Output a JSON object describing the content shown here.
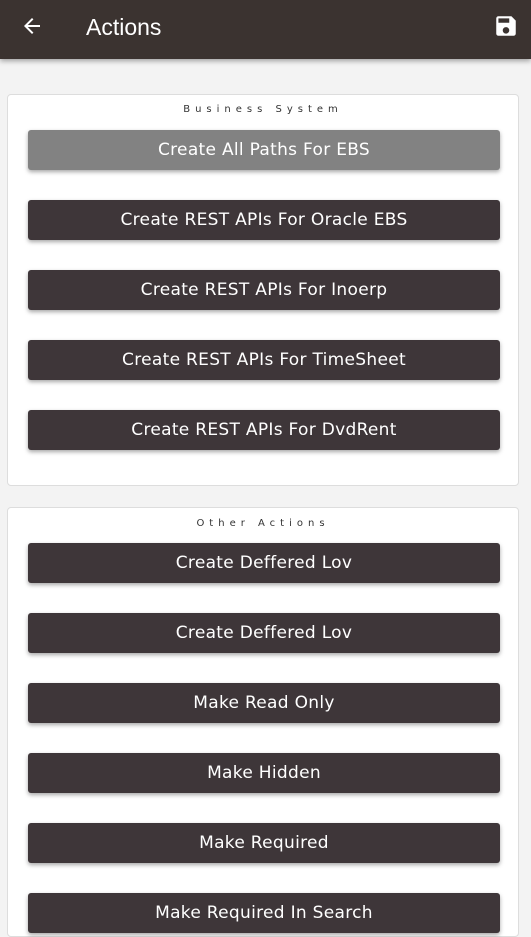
{
  "header": {
    "title": "Actions",
    "back_icon": "arrow-left-icon",
    "save_icon": "floppy-disk-icon"
  },
  "sections": {
    "business": {
      "title": "Business System",
      "buttons": [
        {
          "label": "Create All Paths For EBS",
          "state": "disabled"
        },
        {
          "label": "Create REST APIs For Oracle EBS"
        },
        {
          "label": "Create REST APIs For Inoerp"
        },
        {
          "label": "Create REST APIs For TimeSheet"
        },
        {
          "label": "Create REST APIs For DvdRent"
        }
      ]
    },
    "other": {
      "title": "Other Actions",
      "buttons": [
        {
          "label": "Create Deffered Lov"
        },
        {
          "label": "Create Deffered Lov"
        },
        {
          "label": "Make Read Only"
        },
        {
          "label": "Make Hidden"
        },
        {
          "label": "Make Required"
        },
        {
          "label": "Make Required In Search"
        }
      ]
    }
  },
  "colors": {
    "appbar": "#3b3330",
    "button": "#3e3639",
    "button_disabled": "#828282",
    "background": "#f3f3f3"
  }
}
